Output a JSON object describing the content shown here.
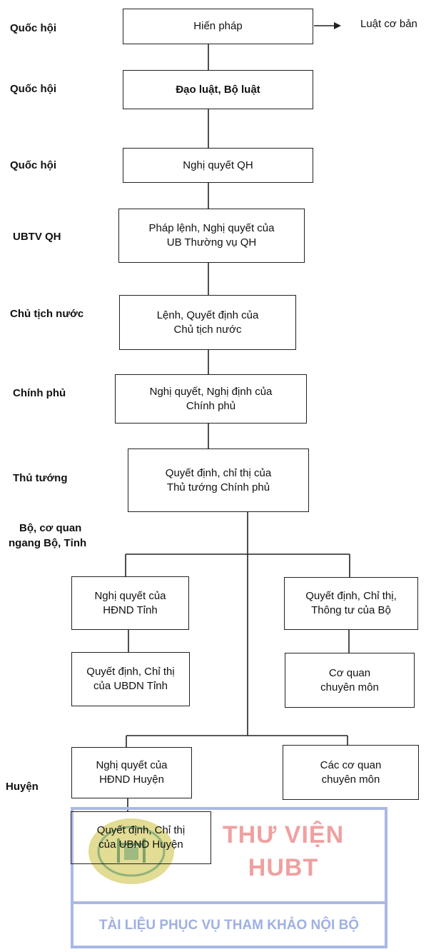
{
  "left_labels": {
    "quoc_hoi_1": "Quốc hội",
    "quoc_hoi_2": "Quốc hội",
    "quoc_hoi_3": "Quốc hội",
    "ubtv": "UBTV QH",
    "chu_tich": "Chủ tịch nước",
    "chinh_phu": "Chính phủ",
    "thu_tuong": "Thủ tướng",
    "bo_line1": "Bộ, cơ quan",
    "bo_line2": "ngang Bộ, Tỉnh",
    "huyen": "Huyện"
  },
  "side_note": "Luật cơ bản",
  "boxes": {
    "hien_phap": [
      "Hiến pháp"
    ],
    "dao_luat": [
      "Đạo luật, Bộ luật"
    ],
    "nghi_quyet_qh": [
      "Nghị quyết QH"
    ],
    "phap_lenh": [
      "Pháp lệnh, Nghị quyết của",
      "UB Thường vụ QH"
    ],
    "lenh": [
      "Lệnh, Quyết định của",
      "Chủ tịch nước"
    ],
    "nghi_dinh": [
      "Nghị quyết, Nghị định của",
      "Chính phủ"
    ],
    "quyet_dinh_ttg": [
      "Quyết định, chỉ thị của",
      "Thủ tướng Chính phủ"
    ],
    "nq_hdnd_tinh": [
      "Nghị quyết của",
      "HĐND Tỉnh"
    ],
    "qd_bo": [
      "Quyết định, Chỉ thị,",
      "Thông tư của Bộ"
    ],
    "qd_ubnd_tinh": [
      "Quyết định, Chỉ thị",
      "của UBDN Tỉnh"
    ],
    "co_quan_cm": [
      "Cơ quan",
      "chuyên môn"
    ],
    "nq_hdnd_huyen": [
      "Nghị quyết của",
      "HĐND Huyện"
    ],
    "cac_co_quan_cm": [
      "Các cơ quan",
      "chuyên môn"
    ],
    "qd_ubnd_huyen": [
      "Quyết định, Chỉ thị",
      "của UBND Huyện"
    ]
  },
  "watermark": {
    "line1": "THƯ VIỆN",
    "line2": "HUBT",
    "footer": "TÀI LIỆU PHỤC VỤ THAM KHẢO NỘI BỘ",
    "colors": {
      "red": "#f0a0a0",
      "blue": "#a9b8e6",
      "logo": "#d8d070"
    }
  }
}
